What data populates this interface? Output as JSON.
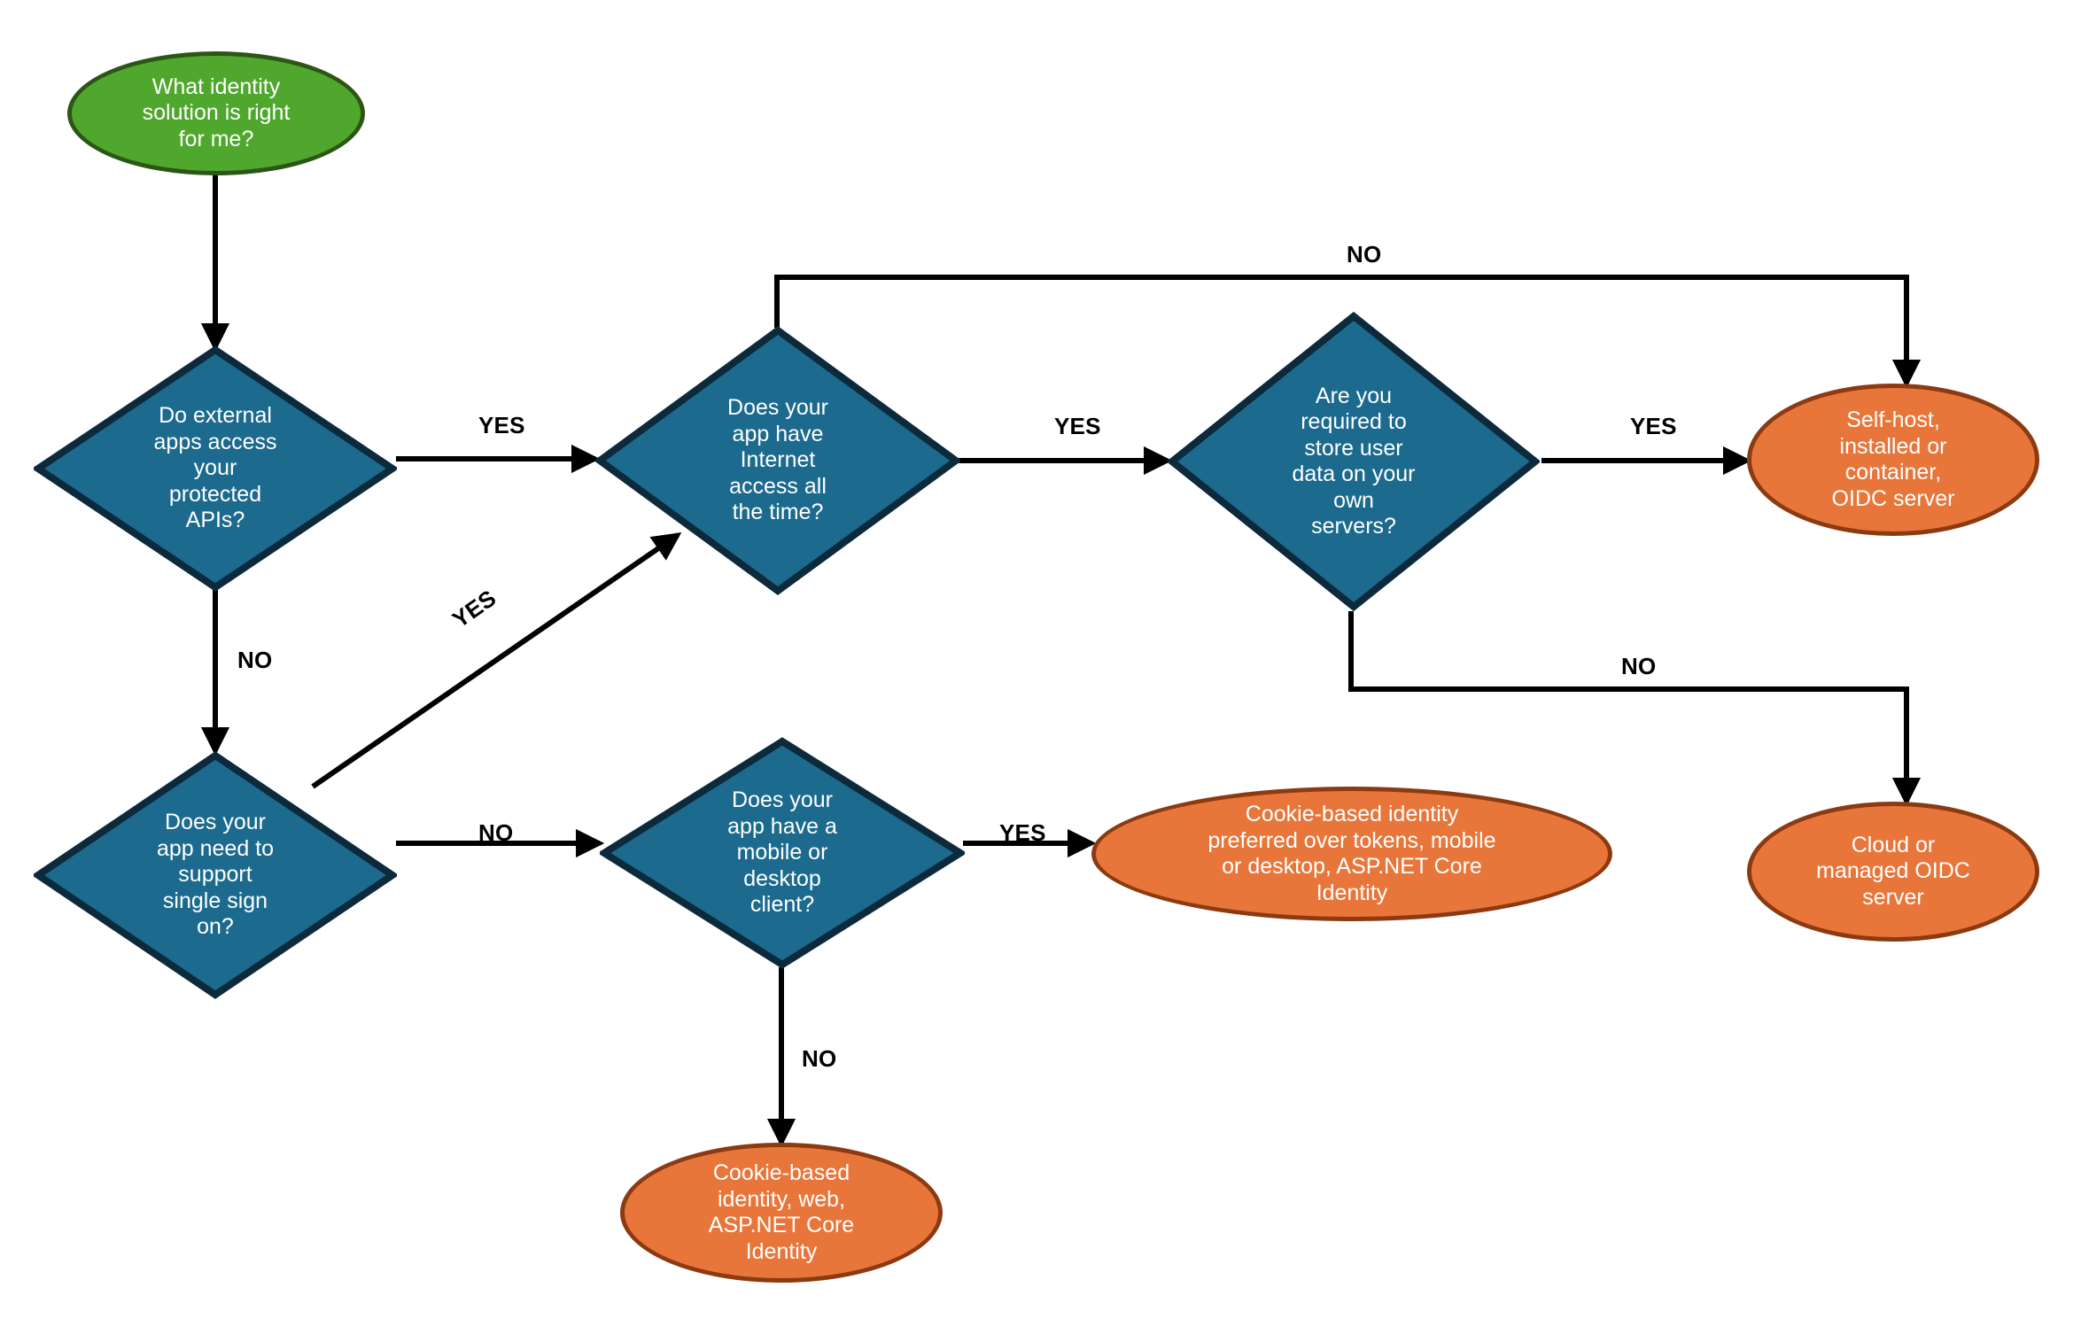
{
  "diagram": {
    "title": "Identity solution decision flowchart",
    "type": "flowchart",
    "background": "#ffffff",
    "colors": {
      "start_fill": "#4FA72E",
      "start_stroke": "#2C5615",
      "decision_fill": "#1C6A8E",
      "decision_stroke": "#0C2A3C",
      "result_fill": "#E8763A",
      "result_stroke": "#8C3A12",
      "connector": "#000000",
      "node_text": "#ffffff",
      "label_text": "#000000"
    }
  },
  "nodes": {
    "start": {
      "id": "start",
      "shape": "ellipse",
      "role": "start",
      "text": "What identity\nsolution is right\nfor me?"
    },
    "d1": {
      "id": "d1",
      "shape": "diamond",
      "role": "decision",
      "text": "Do external\napps access\nyour\nprotected\nAPIs?"
    },
    "d2": {
      "id": "d2",
      "shape": "diamond",
      "role": "decision",
      "text": "Does your\napp have\nInternet\naccess all\nthe time?"
    },
    "d3": {
      "id": "d3",
      "shape": "diamond",
      "role": "decision",
      "text": "Are you\nrequired to\nstore user\ndata on your\nown\nservers?"
    },
    "d4": {
      "id": "d4",
      "shape": "diamond",
      "role": "decision",
      "text": "Does your\napp need to\nsupport\nsingle sign\non?"
    },
    "d5": {
      "id": "d5",
      "shape": "diamond",
      "role": "decision",
      "text": "Does your\napp have a\nmobile or\ndesktop\nclient?"
    },
    "r1": {
      "id": "r1",
      "shape": "ellipse",
      "role": "result",
      "text": "Self-host,\ninstalled or\ncontainer,\nOIDC server"
    },
    "r2": {
      "id": "r2",
      "shape": "ellipse",
      "role": "result",
      "text": "Cloud or\nmanaged OIDC\nserver"
    },
    "r3": {
      "id": "r3",
      "shape": "ellipse",
      "role": "result",
      "text": "Cookie-based identity\npreferred over tokens, mobile\nor desktop, ASP.NET Core\nIdentity"
    },
    "r4": {
      "id": "r4",
      "shape": "ellipse",
      "role": "result",
      "text": "Cookie-based\nidentity, web,\nASP.NET Core\nIdentity"
    }
  },
  "edges": [
    {
      "id": "e_start_d1",
      "from": "start",
      "to": "d1",
      "label": ""
    },
    {
      "id": "e_d1_d2",
      "from": "d1",
      "to": "d2",
      "label": "YES"
    },
    {
      "id": "e_d1_d4",
      "from": "d1",
      "to": "d4",
      "label": "NO"
    },
    {
      "id": "e_d4_d2",
      "from": "d4",
      "to": "d2",
      "label": "YES"
    },
    {
      "id": "e_d4_d5",
      "from": "d4",
      "to": "d5",
      "label": "NO"
    },
    {
      "id": "e_d2_d3",
      "from": "d2",
      "to": "d3",
      "label": "YES"
    },
    {
      "id": "e_d2_r1",
      "from": "d2",
      "to": "r1",
      "label": "NO"
    },
    {
      "id": "e_d3_r1",
      "from": "d3",
      "to": "r1",
      "label": "YES"
    },
    {
      "id": "e_d3_r2",
      "from": "d3",
      "to": "r2",
      "label": "NO"
    },
    {
      "id": "e_d5_r3",
      "from": "d5",
      "to": "r3",
      "label": "YES"
    },
    {
      "id": "e_d5_r4",
      "from": "d5",
      "to": "r4",
      "label": "NO"
    }
  ],
  "edge_labels": {
    "d1_yes": "YES",
    "d1_no": "NO",
    "d4_yes": "YES",
    "d4_no": "NO",
    "d2_yes": "YES",
    "d2_no": "NO",
    "d3_yes": "YES",
    "d3_no": "NO",
    "d5_yes": "YES",
    "d5_no": "NO"
  }
}
